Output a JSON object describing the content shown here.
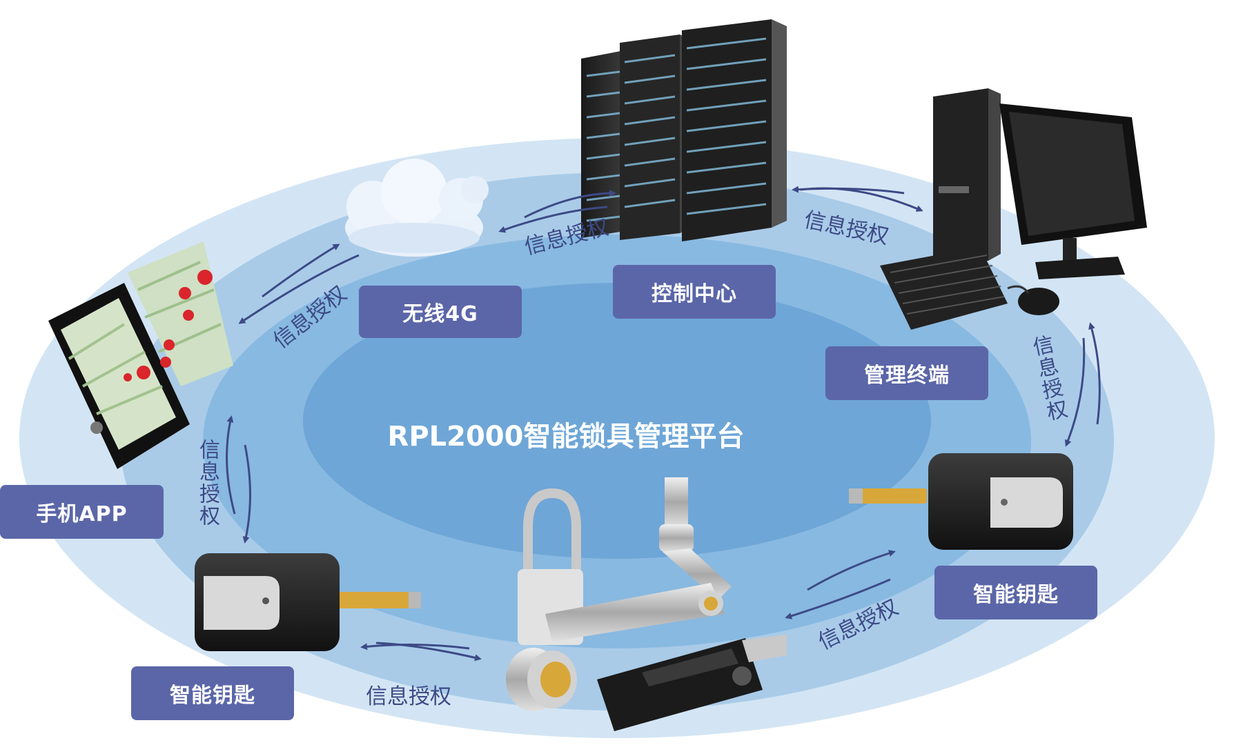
{
  "platform": {
    "title": "RPL2000智能锁具管理平台"
  },
  "nodes": {
    "wireless": "无线4G",
    "control_center": "控制中心",
    "terminal": "管理终端",
    "mobile_app": "手机APP",
    "smart_key_right": "智能钥匙",
    "smart_key_left": "智能钥匙"
  },
  "links": {
    "cloud_server": "信息授权",
    "phone_cloud": "信息授权",
    "server_terminal": "信息授权",
    "terminal_key": "信息授权",
    "phone_key": "信息授权",
    "key_locks_left": "信息授权",
    "key_locks_right": "信息授权"
  },
  "colors": {
    "outer_ring": "#cfe2f3",
    "middle_ring": "#a9cbe8",
    "inner_ring": "#78aedb",
    "core": "#6aa3d6",
    "label_bg": "#5b66a8",
    "arrow": "#3d4a86"
  },
  "icons": [
    "cloud-icon",
    "server-rack-icon",
    "desktop-computer-icon",
    "smartphone-map-icon",
    "smart-key-icon",
    "padlock-icon",
    "handle-lock-icon",
    "cylinder-lock-icon",
    "latch-lock-icon"
  ]
}
